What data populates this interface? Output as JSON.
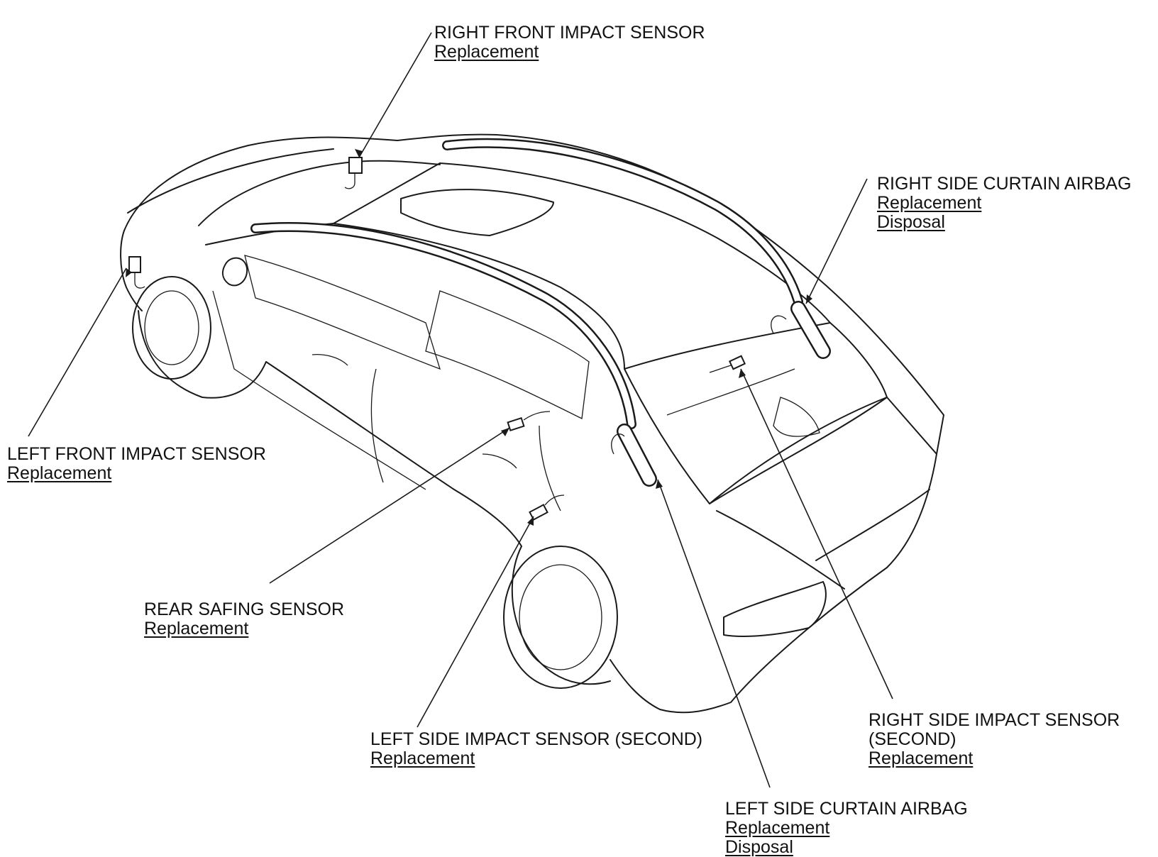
{
  "callouts": {
    "right_front_impact_sensor": {
      "title": "RIGHT FRONT IMPACT SENSOR",
      "links": [
        "Replacement"
      ]
    },
    "right_side_curtain_airbag": {
      "title": "RIGHT SIDE CURTAIN AIRBAG",
      "links": [
        "Replacement",
        "Disposal"
      ]
    },
    "left_front_impact_sensor": {
      "title": "LEFT FRONT IMPACT SENSOR",
      "links": [
        "Replacement"
      ]
    },
    "rear_safing_sensor": {
      "title": "REAR SAFING SENSOR",
      "links": [
        "Replacement"
      ]
    },
    "left_side_impact_sensor_second": {
      "title": "LEFT SIDE IMPACT SENSOR (SECOND)",
      "links": [
        "Replacement"
      ]
    },
    "right_side_impact_sensor_second": {
      "title_lines": [
        "RIGHT SIDE IMPACT SENSOR",
        "(SECOND)"
      ],
      "links": [
        "Replacement"
      ]
    },
    "left_side_curtain_airbag": {
      "title": "LEFT SIDE CURTAIN AIRBAG",
      "links": [
        "Replacement",
        "Disposal"
      ]
    }
  }
}
